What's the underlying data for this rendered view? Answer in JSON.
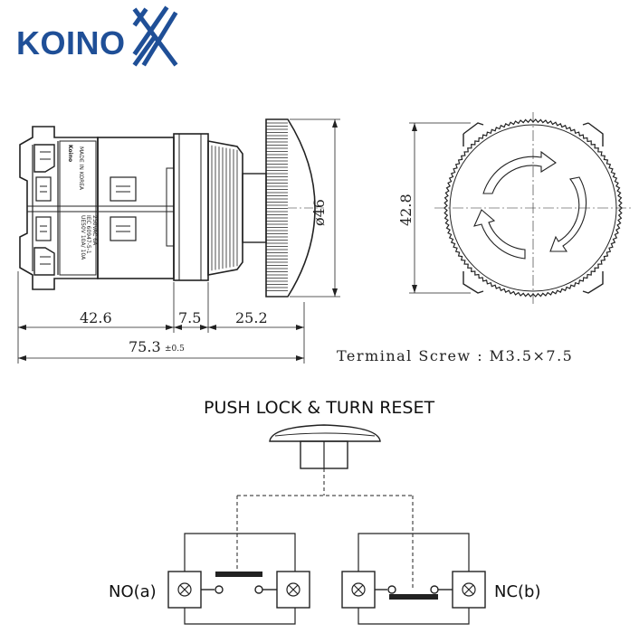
{
  "brand": {
    "name": "KOINO",
    "color": "#1f4f97"
  },
  "dimensions": {
    "body_length": "42.6",
    "gap_length": "7.5",
    "head_length": "25.2",
    "total_length": "75.3",
    "total_tolerance": "±0.5",
    "head_diameter": "ø46",
    "front_height": "42.8"
  },
  "side_labels": {
    "brand_mark": "Koino",
    "rating": "UE50V 10A/ 10A",
    "origin": "MADE IN KOREA",
    "standard": "IEC 60947-5-1",
    "rating_ac": "250VAC 6A"
  },
  "terminal_note": "Terminal Screw : M3.5×7.5",
  "function_title": "PUSH LOCK & TURN RESET",
  "contacts": {
    "no_label": "NO(a)",
    "nc_label": "NC(b)"
  }
}
